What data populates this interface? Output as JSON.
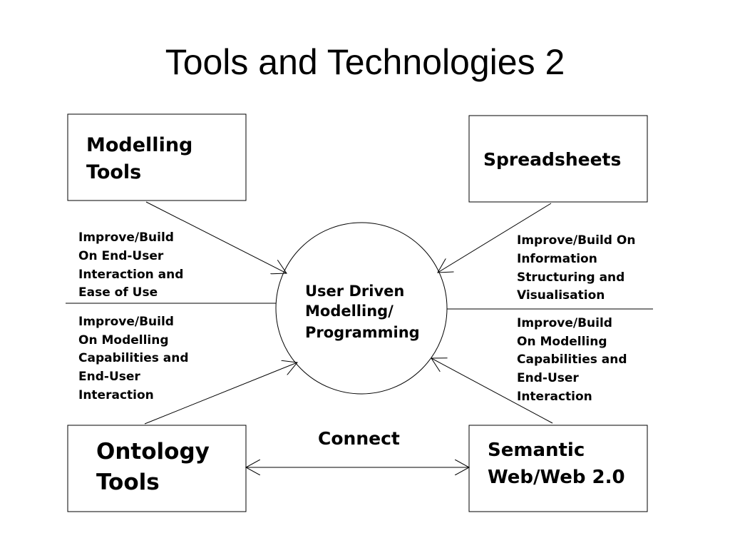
{
  "slide": {
    "title": "Tools and Technologies 2"
  },
  "diagram": {
    "center": {
      "lines": [
        "User Driven",
        "Modelling/",
        "Programming"
      ]
    },
    "boxes": {
      "modelling_tools": {
        "lines": [
          "Modelling",
          "Tools"
        ]
      },
      "spreadsheets": {
        "lines": [
          "Spreadsheets"
        ]
      },
      "ontology_tools": {
        "lines": [
          "Ontology",
          "Tools"
        ]
      },
      "semantic_web": {
        "lines": [
          "Semantic",
          "Web/Web 2.0"
        ]
      }
    },
    "annotations": {
      "top_left": [
        "Improve/Build",
        "On End-User",
        "Interaction and",
        "Ease of Use"
      ],
      "bottom_left": [
        "Improve/Build",
        "On Modelling",
        "Capabilities and",
        "End-User",
        "Interaction"
      ],
      "top_right": [
        "Improve/Build On",
        "Information",
        "Structuring and",
        "Visualisation"
      ],
      "bottom_right": [
        "Improve/Build",
        "On Modelling",
        "Capabilities and",
        "End-User",
        "Interaction"
      ]
    },
    "connect_label": "Connect"
  }
}
